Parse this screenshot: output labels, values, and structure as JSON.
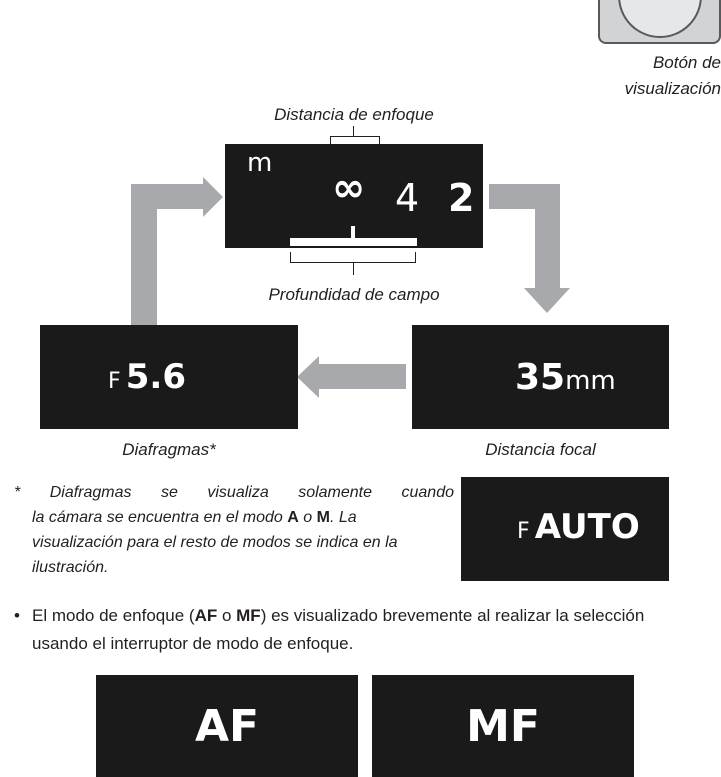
{
  "display_button": {
    "caption_line1": "Botón de",
    "caption_line2": "visualización"
  },
  "top_panel": {
    "label": "Distancia de enfoque",
    "mode_letter": "m",
    "infinity": "∞",
    "digit_4": "4",
    "digit_2": "2",
    "depth_caption": "Profundidad de campo"
  },
  "aperture_panel": {
    "prefix": "F",
    "value": "5.6",
    "caption": "Diafragmas*"
  },
  "focal_panel": {
    "value": "35",
    "unit": "mm",
    "caption": "Distancia focal"
  },
  "auto_panel": {
    "prefix": "F",
    "value": "AUTO"
  },
  "note": {
    "line1_prefix": "* Diafragmas se visualiza solamente cuando",
    "line2_a": "la cámara se encuentra en el modo ",
    "line2_bold_a": "A",
    "line2_b": " o ",
    "line2_bold_m": "M",
    "line2_c": ". La",
    "line3": "visualización para el resto de modos se indica en la",
    "line4": "ilustración."
  },
  "bullet": {
    "marker": "•",
    "text_a": "El modo de enfoque (",
    "af": "AF",
    "text_b": " o ",
    "mf": "MF",
    "text_c": ") es visualizado brevemente al realizar la selección",
    "line2": "usando el interruptor de modo de enfoque."
  },
  "af_panel": {
    "label": "AF"
  },
  "mf_panel": {
    "label": "MF"
  },
  "colors": {
    "panel": "#1b1a1a",
    "arrow": "#a7a9ac",
    "text": "#231f20"
  }
}
